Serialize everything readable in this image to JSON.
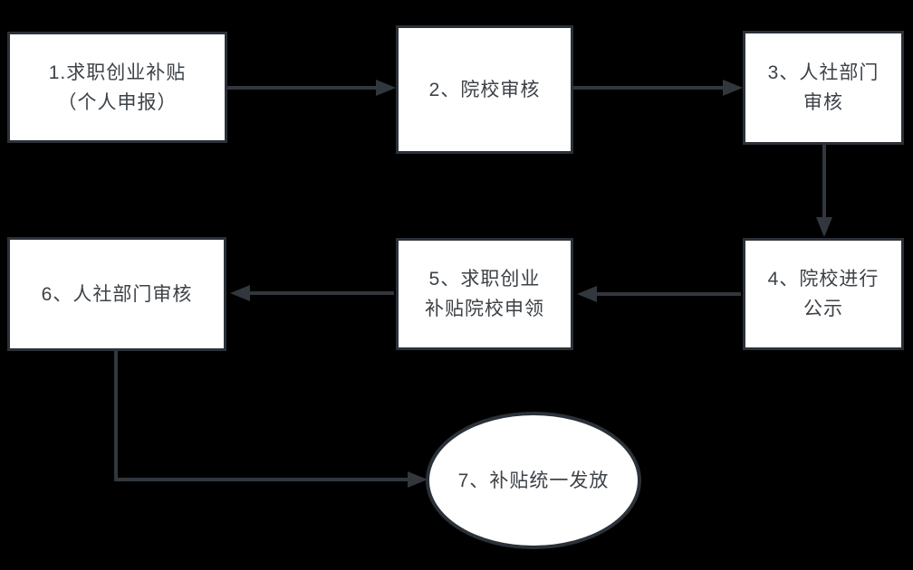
{
  "diagram": {
    "colors": {
      "background": "#000000",
      "node_fill": "#ffffff",
      "node_border": "#2b3138",
      "connector": "#31373d",
      "text": "#3d4247"
    },
    "nodes": [
      {
        "id": "step1",
        "shape": "rectangle",
        "lines": [
          "1.求职创业补贴",
          "（个人申报）"
        ]
      },
      {
        "id": "step2",
        "shape": "rectangle",
        "lines": [
          "2、院校审核"
        ]
      },
      {
        "id": "step3",
        "shape": "rectangle",
        "lines": [
          "3、人社部门",
          "审核"
        ]
      },
      {
        "id": "step4",
        "shape": "rectangle",
        "lines": [
          "4、院校进行",
          "公示"
        ]
      },
      {
        "id": "step5",
        "shape": "rectangle",
        "lines": [
          "5、求职创业",
          "补贴院校申领"
        ]
      },
      {
        "id": "step6",
        "shape": "rectangle",
        "lines": [
          "6、人社部门审核"
        ]
      },
      {
        "id": "step7",
        "shape": "ellipse",
        "lines": [
          "7、补贴统一发放"
        ]
      }
    ],
    "connections": [
      {
        "from": "step1",
        "to": "step2",
        "direction": "right"
      },
      {
        "from": "step2",
        "to": "step3",
        "direction": "right"
      },
      {
        "from": "step3",
        "to": "step4",
        "direction": "down"
      },
      {
        "from": "step4",
        "to": "step5",
        "direction": "left"
      },
      {
        "from": "step5",
        "to": "step6",
        "direction": "left"
      },
      {
        "from": "step6",
        "to": "step7",
        "direction": "down-then-right"
      }
    ]
  }
}
